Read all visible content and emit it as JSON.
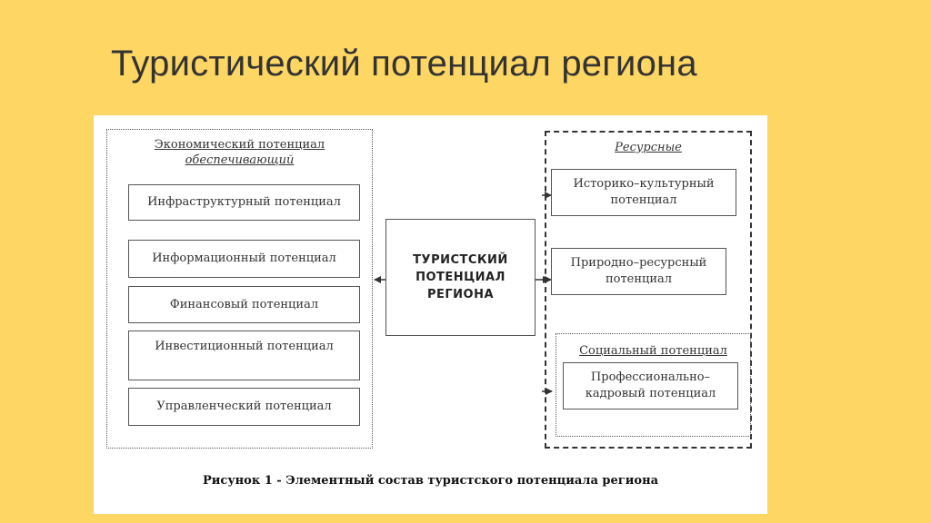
{
  "title": "Туристический потенциал региона",
  "diagram": {
    "center": [
      "ТУРИСТСКИЙ",
      "ПОТЕНЦИАЛ",
      "РЕГИОНА"
    ],
    "left_group": {
      "heading_line1": "Экономический потенциал",
      "heading_line2": "обеспечивающий",
      "items": [
        "Инфраструктурный потенциал",
        "Информационный потенциал",
        "Финансовый потенциал",
        "Инвестиционный потенциал",
        "Управленческий потенциал"
      ]
    },
    "right_group": {
      "heading": "Ресурсные",
      "items": [
        [
          "Историко–культурный",
          "потенциал"
        ],
        [
          "Природно–ресурсный",
          "потенциал"
        ]
      ],
      "social": {
        "heading": "Социальный потенциал",
        "item": [
          "Профессионально–",
          "кадровый потенциал"
        ]
      }
    },
    "caption": "Рисунок 1 - Элементный состав туристского потенциала региона"
  }
}
